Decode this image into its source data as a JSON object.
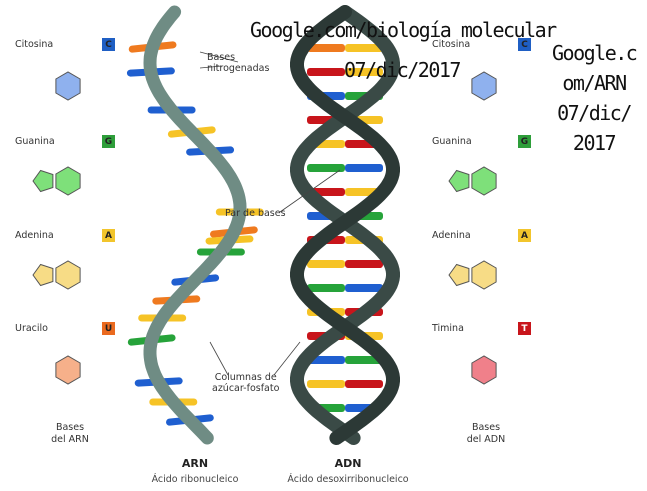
{
  "watermark": {
    "top_line1": "Google.com/biología molecular",
    "top_line2": "07/dic/2017",
    "side_lines": [
      "Google.c",
      "om/ARN",
      "07/dic/",
      "2017"
    ]
  },
  "left_bases": [
    {
      "name": "Citosina",
      "letter": "C",
      "color": "#1f5fc4",
      "text_color": "#222222",
      "fill": "#8fb1ee"
    },
    {
      "name": "Guanina",
      "letter": "G",
      "color": "#2e9e3a",
      "text_color": "#222222",
      "fill": "#7ee07a"
    },
    {
      "name": "Adenina",
      "letter": "A",
      "color": "#f2c52c",
      "text_color": "#222222",
      "fill": "#f7dc86"
    },
    {
      "name": "Uracilo",
      "letter": "U",
      "color": "#ea6a1f",
      "text_color": "#222222",
      "fill": "#f6b08a"
    }
  ],
  "right_bases": [
    {
      "name": "Citosina",
      "letter": "C",
      "color": "#1f5fc4",
      "text_color": "#222222",
      "fill": "#8fb1ee"
    },
    {
      "name": "Guanina",
      "letter": "G",
      "color": "#2e9e3a",
      "text_color": "#222222",
      "fill": "#7ee07a"
    },
    {
      "name": "Adenina",
      "letter": "A",
      "color": "#f2c52c",
      "text_color": "#222222",
      "fill": "#f7dc86"
    },
    {
      "name": "Timina",
      "letter": "T",
      "color": "#c8151b",
      "text_color": "#ffffff",
      "fill": "#f0808a"
    }
  ],
  "captions": {
    "left": [
      "Bases",
      "del ARN"
    ],
    "right": [
      "Bases",
      "del ADN"
    ]
  },
  "annotations": {
    "bases_nitrogenadas": [
      "Bases",
      "nitrogenadas"
    ],
    "par_de_bases": "Par de bases",
    "columnas": [
      "Columnas de",
      "azúcar-fosfato"
    ]
  },
  "molecules": {
    "rna_title": "ARN",
    "rna_subtitle": "Ácido ribonucleico",
    "dna_title": "ADN",
    "dna_subtitle": "Ácido desoxirribonucleico"
  },
  "colors": {
    "rna_backbone": "#6f8c84",
    "dna_backbone": "#3a4a46",
    "orange": "#ef7a1f",
    "blue": "#1f5fd0",
    "yellow": "#f6c326",
    "green": "#26a33a",
    "red": "#c8151b"
  }
}
